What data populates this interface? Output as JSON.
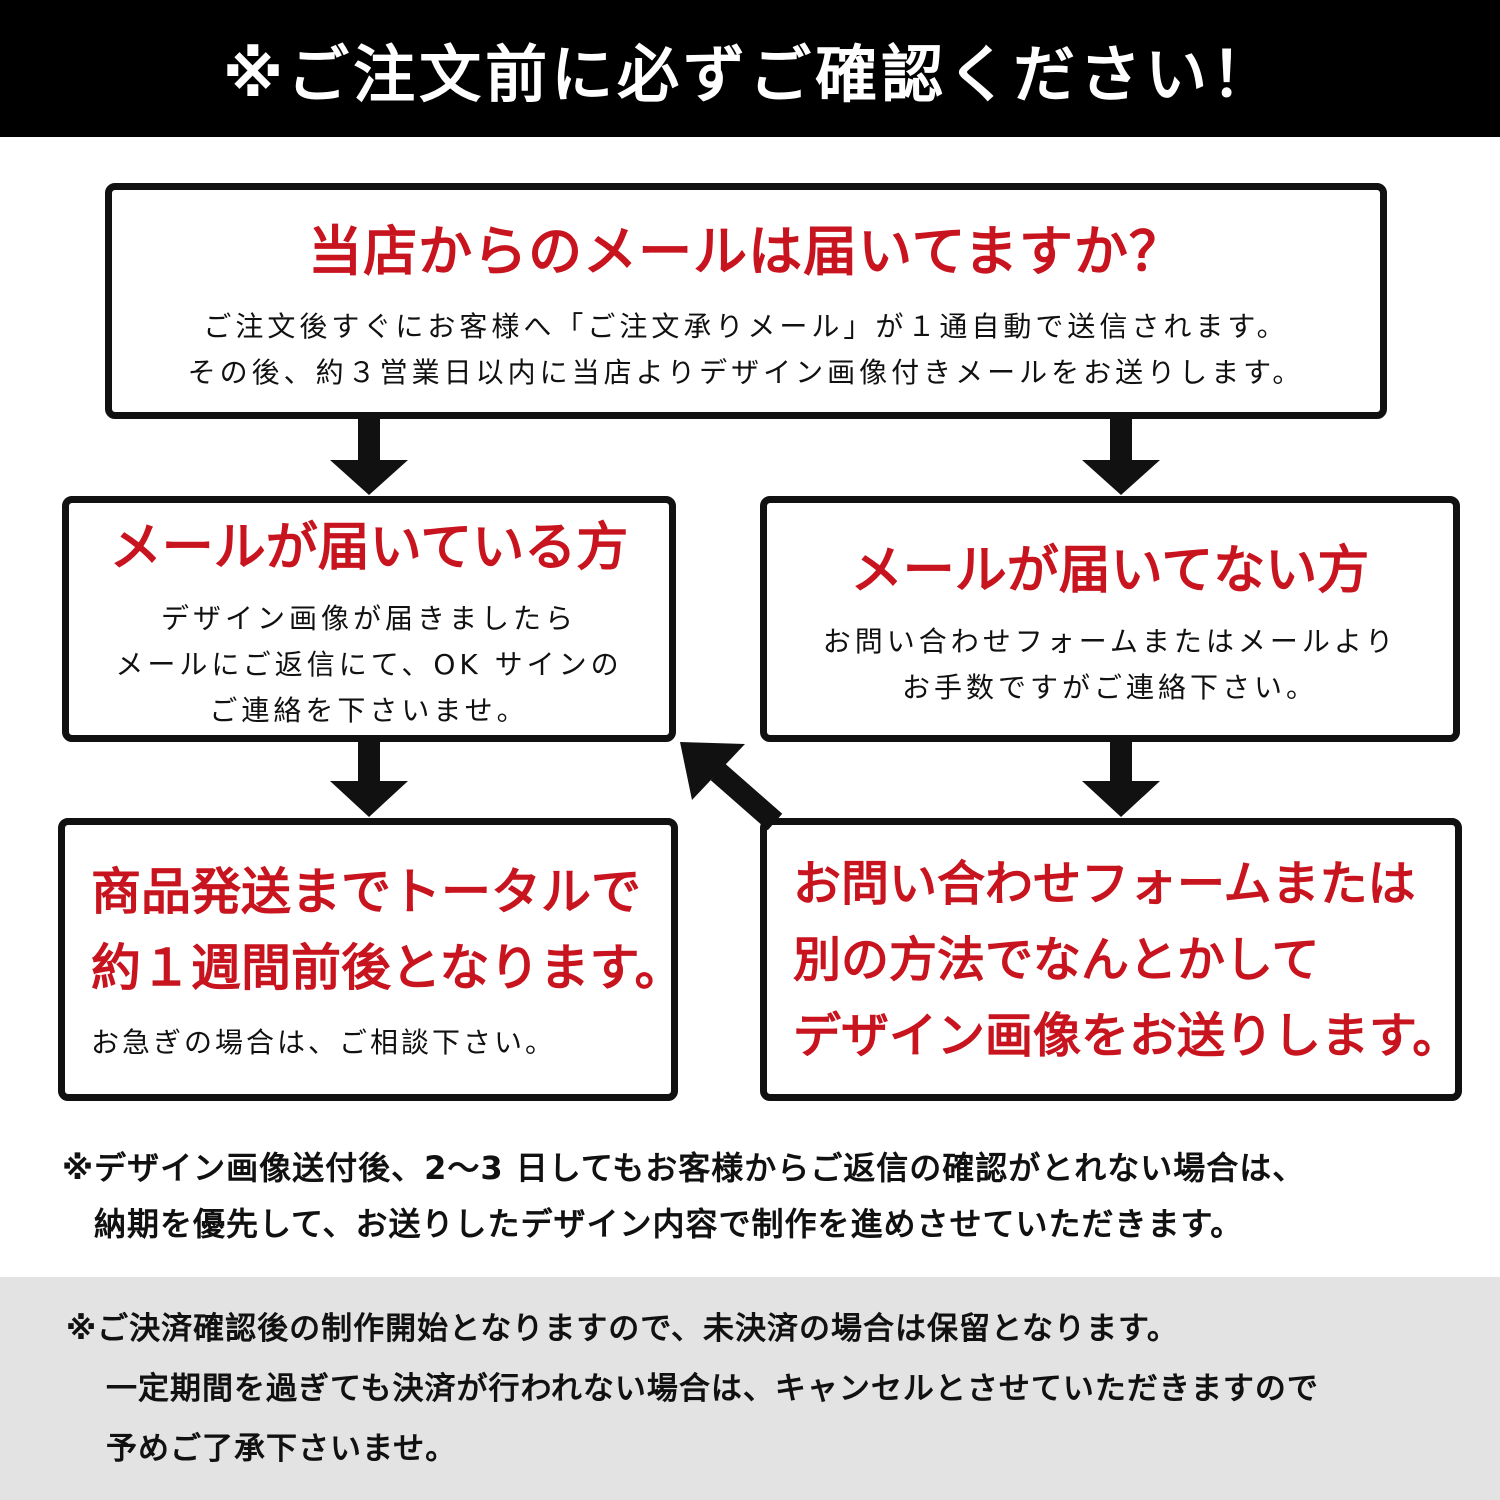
{
  "header": {
    "title": "※ご注文前に必ずご確認ください！"
  },
  "top_box": {
    "title": "当店からのメールは届いてますか？",
    "line1": "ご注文後すぐにお客様へ「ご注文承りメール」が１通自動で送信されます。",
    "line2": "その後、約３営業日以内に当店よりデザイン画像付きメールをお送りします。"
  },
  "left_box": {
    "title": "メールが届いている方",
    "line1": "デザイン画像が届きましたら",
    "line2": "メールにご返信にて、OK サインの",
    "line3": "ご連絡を下さいませ。"
  },
  "right_box": {
    "title": "メールが届いてない方",
    "line1": "お問い合わせフォームまたはメールより",
    "line2": "お手数ですがご連絡下さい。"
  },
  "bottom_left_box": {
    "line1": "商品発送までトータルで",
    "line2": "約１週間前後となります。",
    "line3": "お急ぎの場合は、ご相談下さい。"
  },
  "bottom_right_box": {
    "line1": "お問い合わせフォームまたは",
    "line2": "別の方法でなんとかして",
    "line3": "デザイン画像をお送りします。"
  },
  "note": {
    "line1": "※デザイン画像送付後、2〜3 日してもお客様からご返信の確認がとれない場合は、",
    "line2": "納期を優先して、お送りしたデザイン内容で制作を進めさせていただきます。"
  },
  "footer": {
    "line1": "※ご決済確認後の制作開始となりますので、未決済の場合は保留となります。",
    "line2": "一定期間を過ぎても決済が行われない場合は、キャンセルとさせていただきますので",
    "line3": "予めご了承下さいませ。"
  },
  "colors": {
    "accent_red": "#c8141e",
    "header_bg": "#000000",
    "footer_bg": "#e3e3e3"
  }
}
